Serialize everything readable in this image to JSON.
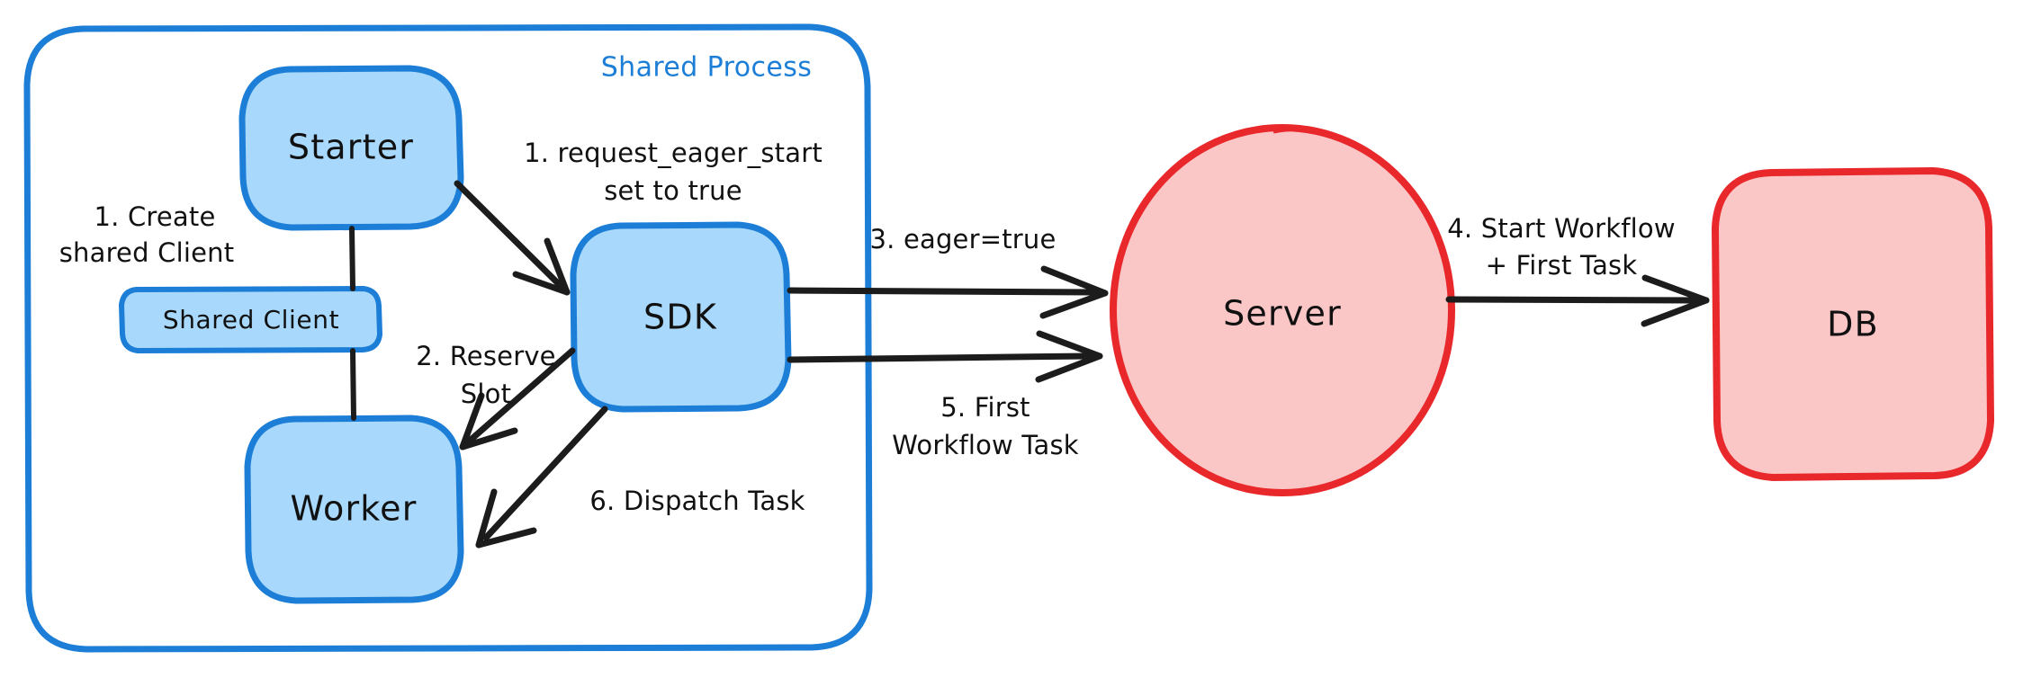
{
  "diagram": {
    "title_visible": false,
    "colors": {
      "blue_fill": "#a8d8fb",
      "blue_stroke": "#1c7ed6",
      "red_fill": "#fbc6c6",
      "red_stroke": "#e8282b",
      "edge": "#1c1c1c",
      "background": "#ffffff"
    },
    "container": {
      "label": "Shared Process"
    },
    "nodes": {
      "starter": "Starter",
      "shared_client": "Shared Client",
      "worker": "Worker",
      "sdk": "SDK",
      "server": "Server",
      "db": "DB"
    },
    "edge_labels": {
      "create_shared_client": {
        "line1": "1. Create",
        "line2": "shared Client"
      },
      "request_eager_start": {
        "line1": "1. request_eager_start",
        "line2": "set to true"
      },
      "reserve_slot": {
        "line1": "2. Reserve",
        "line2": "Slot"
      },
      "eager_true": {
        "line1": "3. eager=true"
      },
      "start_workflow": {
        "line1": "4. Start Workflow",
        "line2": "+ First Task"
      },
      "first_workflow_task": {
        "line1": "5. First",
        "line2": "Workflow Task"
      },
      "dispatch_task": {
        "line1": "6. Dispatch Task"
      }
    }
  }
}
